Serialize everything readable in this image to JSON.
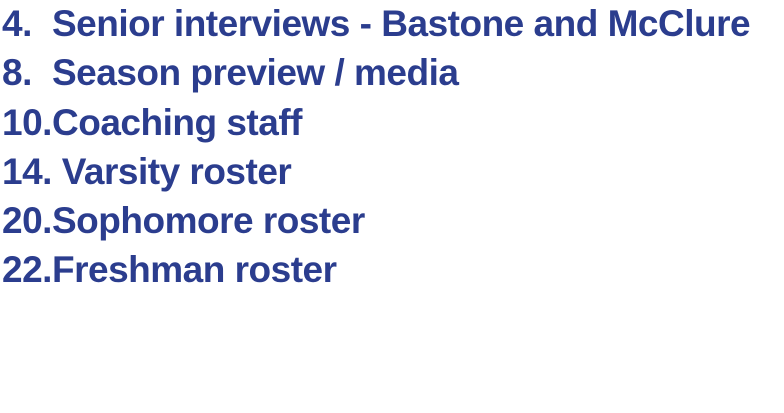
{
  "page": {
    "background_color": "#ffffff",
    "text_color": "#2b3d8e"
  },
  "toc": {
    "items": [
      {
        "number": "4.",
        "label": "Senior interviews - Bastone and McClure"
      },
      {
        "number": "8.",
        "label": "Season preview / media"
      },
      {
        "number": "10.",
        "label": "Coaching staff"
      },
      {
        "number": "14.",
        "label": " Varsity roster"
      },
      {
        "number": "20.",
        "label": "Sophomore roster"
      },
      {
        "number": "22.",
        "label": "Freshman roster"
      }
    ]
  }
}
